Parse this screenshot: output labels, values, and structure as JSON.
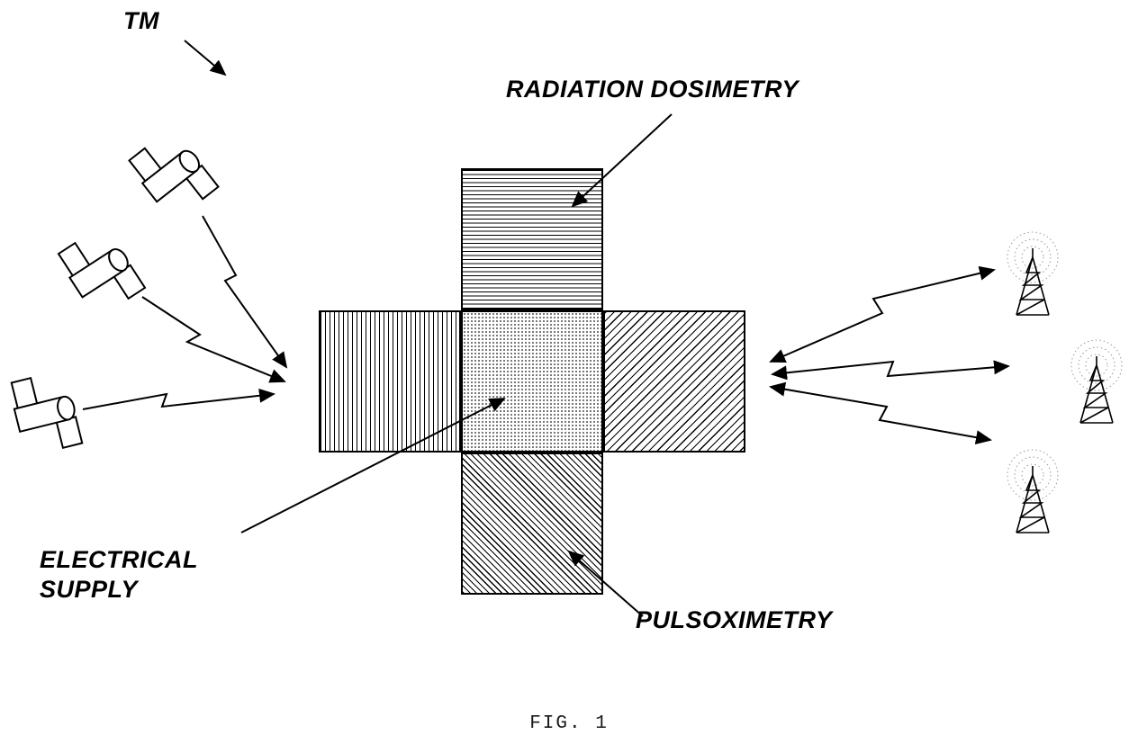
{
  "labels": {
    "tm": "TM",
    "radiation": "RADIATION DOSIMETRY",
    "electrical_line1": "ELECTRICAL",
    "electrical_line2": "SUPPLY",
    "pulsoximetry": "PULSOXIMETRY",
    "caption": "FIG. 1"
  },
  "cross": {
    "squares": [
      {
        "position": "top",
        "hatch": "horizontal-lines",
        "annotation": "RADIATION DOSIMETRY"
      },
      {
        "position": "left",
        "hatch": "vertical-lines",
        "annotation": ""
      },
      {
        "position": "center",
        "hatch": "stipple-dots",
        "annotation": "ELECTRICAL SUPPLY"
      },
      {
        "position": "right",
        "hatch": "diagonal-lines",
        "annotation": ""
      },
      {
        "position": "bottom",
        "hatch": "diagonal-lines-dense",
        "annotation": "PULSOXIMETRY"
      }
    ]
  },
  "icons": {
    "left_side": [
      "satellite-icon",
      "satellite-icon",
      "satellite-icon"
    ],
    "right_side": [
      "radio-tower-icon",
      "radio-tower-icon",
      "radio-tower-icon"
    ]
  },
  "colors": {
    "line": "#000000",
    "background": "#ffffff",
    "radio_wave": "#999999"
  }
}
